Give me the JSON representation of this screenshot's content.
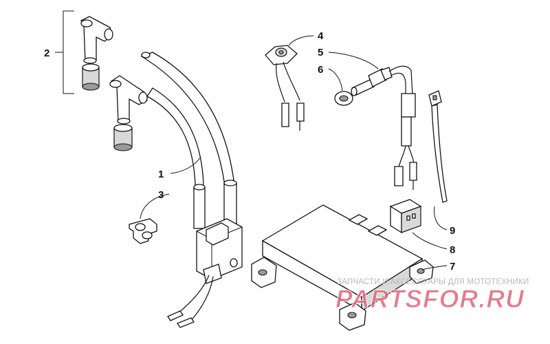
{
  "callouts": {
    "c1": "1",
    "c2": "2",
    "c3": "3",
    "c4": "4",
    "c5": "5",
    "c6": "6",
    "c7": "7",
    "c8": "8",
    "c9": "9"
  },
  "watermark": {
    "tagline": "ЗАПЧАСТИ И АКСЕССУАРЫ ДЛЯ МОТОТЕХНИКИ",
    "logo": "PARTSFOR.RU",
    "colors": {
      "tagline": "#b8b8b8",
      "logo": "#e0657a"
    }
  }
}
